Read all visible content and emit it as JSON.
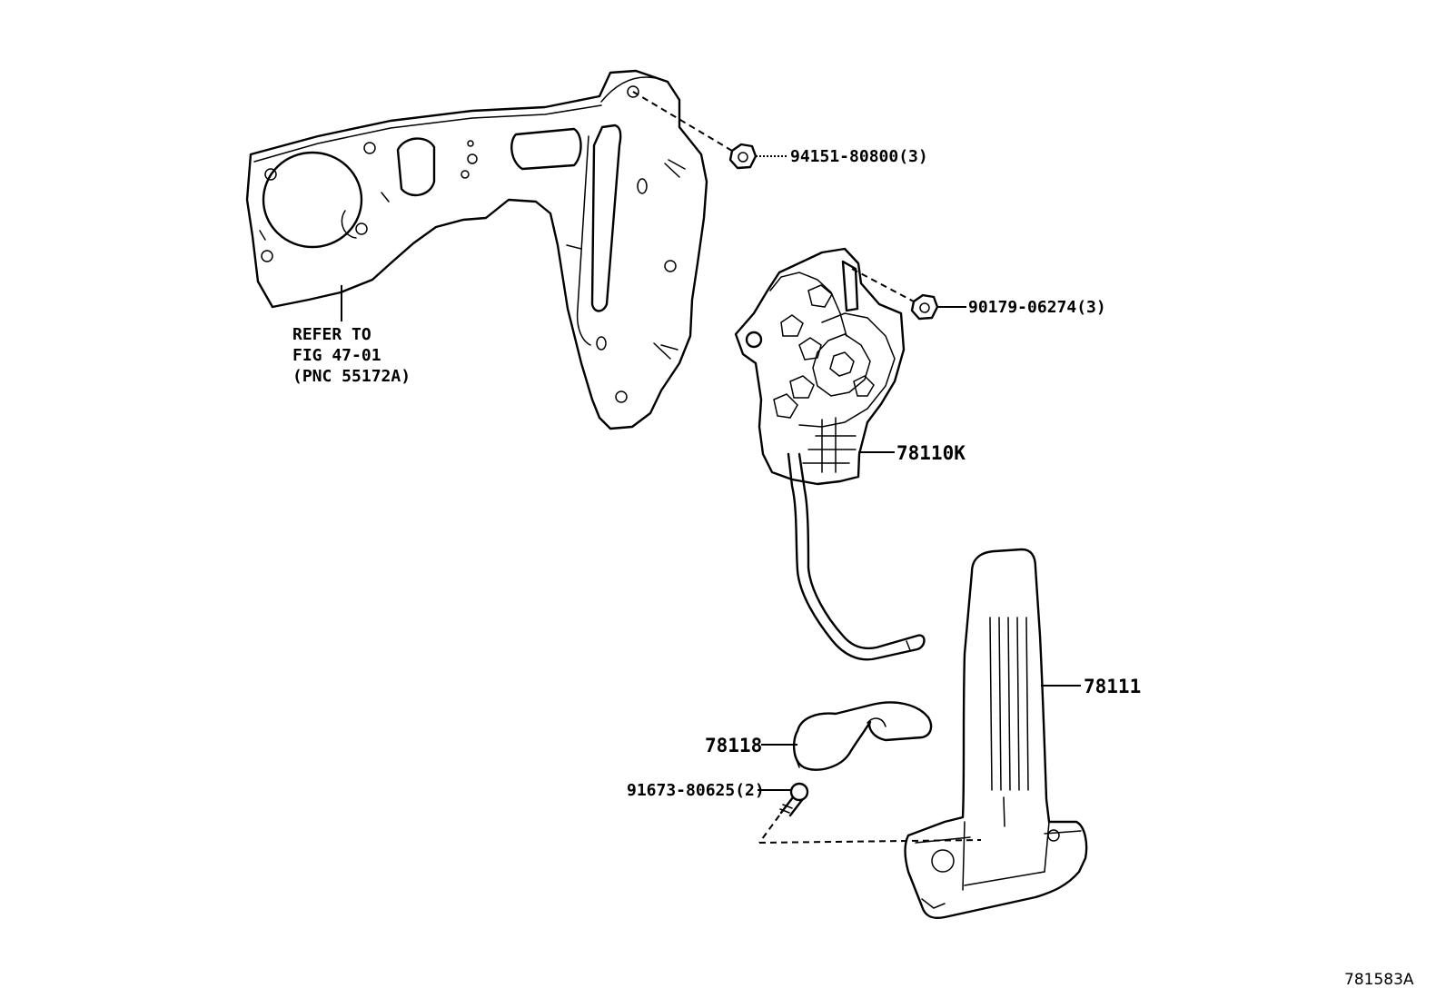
{
  "labels": {
    "nut_upper": "94151-80800(3)",
    "nut_mid": "90179-06274(3)",
    "refer_line1": "REFER TO",
    "refer_line2": "FIG 47-01",
    "refer_line3": "(PNC 55172A)",
    "pedal_assembly": "78110K",
    "pedal_pad": "78111",
    "stopper": "78118",
    "bolt": "91673-80625(2)"
  },
  "diagram_code": "781583A"
}
